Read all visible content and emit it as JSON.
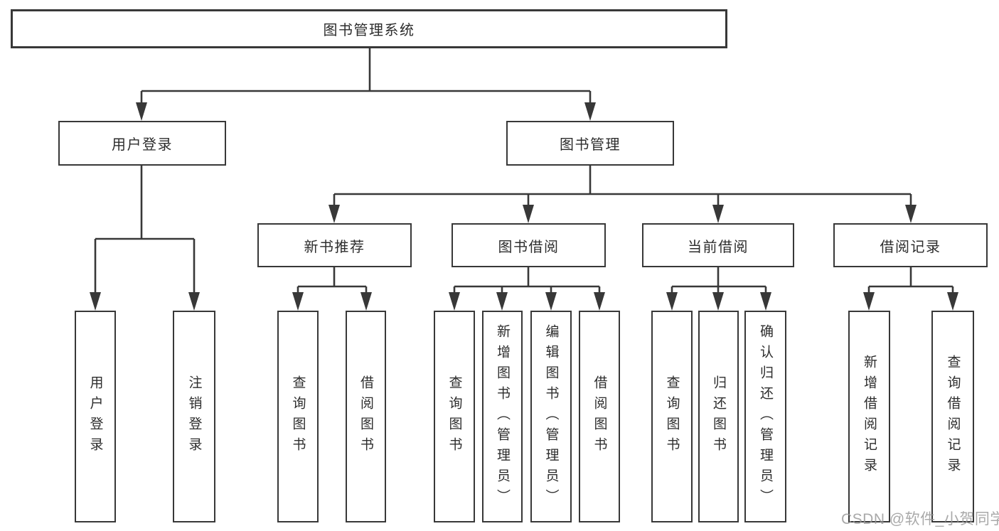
{
  "root": {
    "label": "图书管理系统"
  },
  "branches": [
    {
      "label": "用户登录",
      "children": [
        {
          "label": "用户登录"
        },
        {
          "label": "注销登录"
        }
      ]
    },
    {
      "label": "图书管理",
      "children": [
        {
          "label": "新书推荐",
          "children": [
            {
              "label": "查询图书"
            },
            {
              "label": "借阅图书"
            }
          ]
        },
        {
          "label": "图书借阅",
          "children": [
            {
              "label": "查询图书"
            },
            {
              "label": "新增图书（管理员）"
            },
            {
              "label": "编辑图书（管理员）"
            },
            {
              "label": "借阅图书"
            }
          ]
        },
        {
          "label": "当前借阅",
          "children": [
            {
              "label": "查询图书"
            },
            {
              "label": "归还图书"
            },
            {
              "label": "确认归还（管理员）"
            }
          ]
        },
        {
          "label": "借阅记录",
          "children": [
            {
              "label": "新增借阅记录"
            },
            {
              "label": "查询借阅记录"
            }
          ]
        }
      ]
    }
  ],
  "watermark": "CSDN @软件_小贺同学",
  "colors": {
    "line": "#383838",
    "text": "#2d2d2d",
    "box_background": "#ffffff",
    "watermark": "#969696"
  }
}
